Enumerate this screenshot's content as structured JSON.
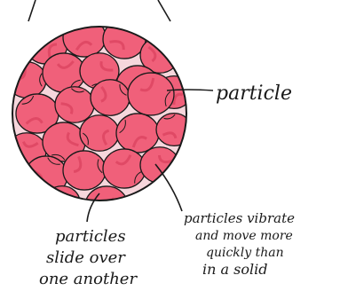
{
  "labels": {
    "particle": "particle",
    "vibrate_line1": "particles vibrate",
    "vibrate_line2": "and move more",
    "vibrate_line3": "quickly than",
    "vibrate_line4": "in a solid",
    "slide_line1": "particles",
    "slide_line2": "slide over",
    "slide_line3": "one another"
  },
  "colors": {
    "particle_fill": "#f0607a",
    "particle_shade": "#d8405c",
    "outline": "#1a1a1a",
    "background": "#ffffff"
  }
}
